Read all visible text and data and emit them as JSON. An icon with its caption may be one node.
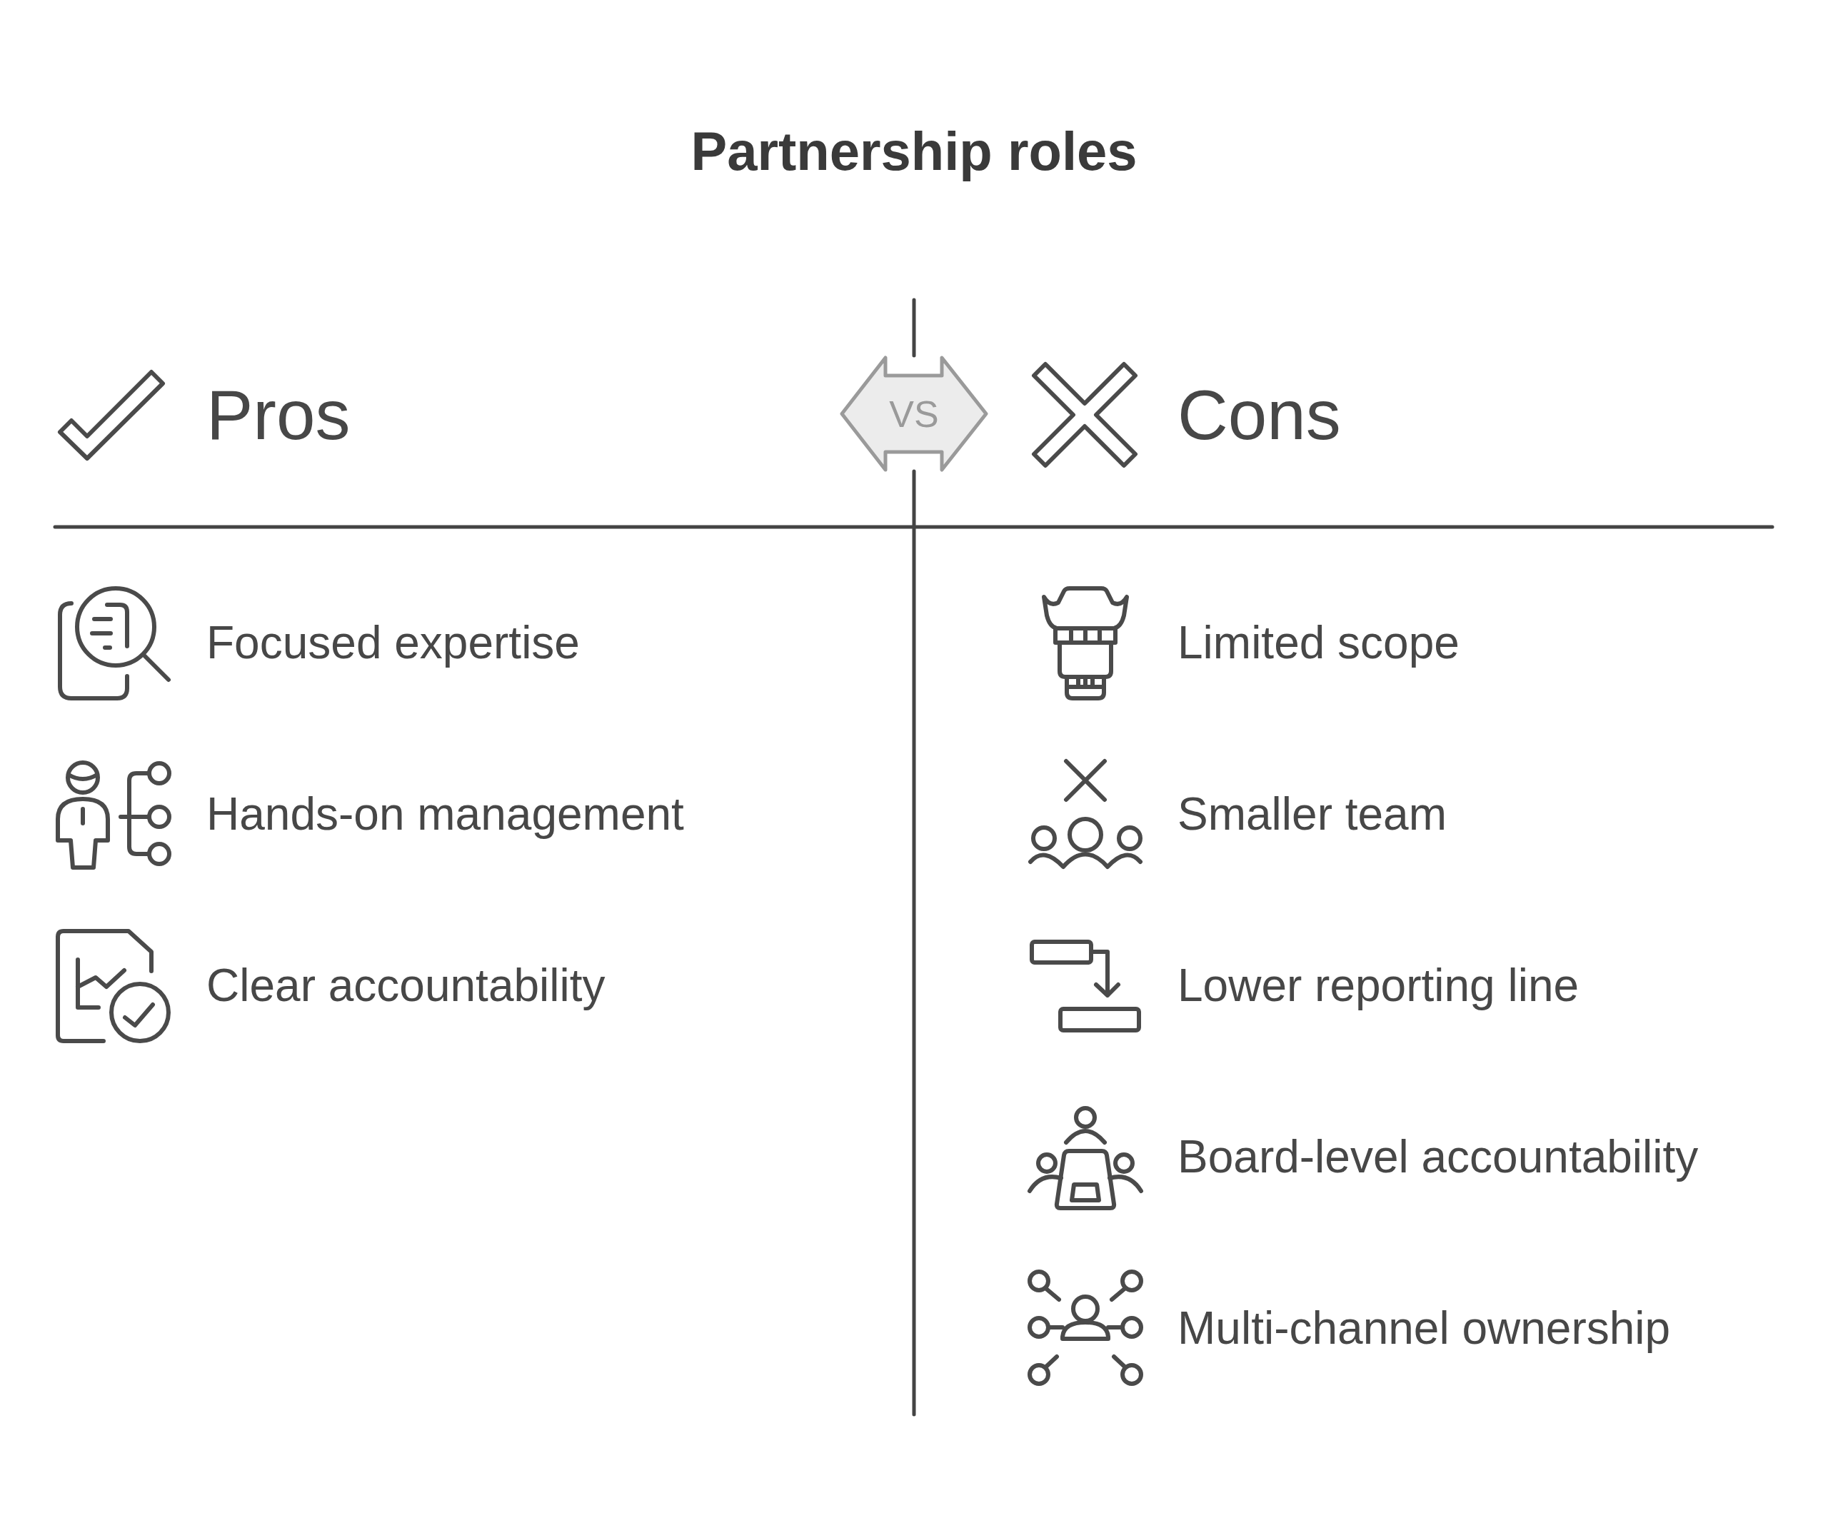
{
  "diagram": {
    "title": "Partnership roles",
    "nodes": [
      {
        "text": [
          "VS"
        ]
      }
    ],
    "labels": [
      "Pros",
      "Focused expertise",
      "Hands-on management",
      "Clear accountability",
      "Cons",
      "Limited scope",
      "Smaller team",
      "Lower reporting line",
      "Board-level accountability",
      "Multi-channel ownership"
    ]
  }
}
